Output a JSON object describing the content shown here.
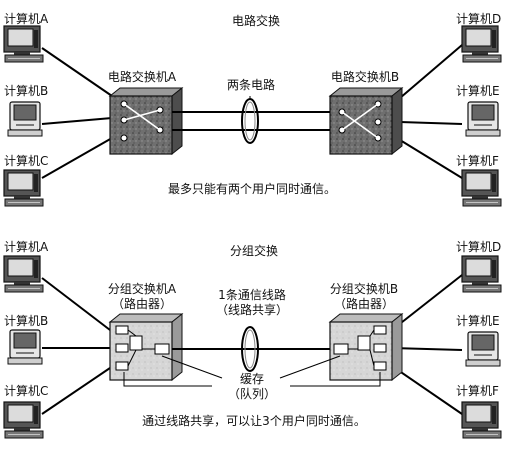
{
  "top": {
    "title": "电路交换",
    "switch_a": "电路交换机A",
    "switch_b": "电路交换机B",
    "circuits_label": "两条电路",
    "caption": "最多只能有两个用户同时通信。"
  },
  "bottom": {
    "title": "分组交换",
    "switch_a_line1": "分组交换机A",
    "switch_a_line2": "（路由器）",
    "switch_b_line1": "分组交换机B",
    "switch_b_line2": "（路由器）",
    "line_label_1": "1条通信线路",
    "line_label_2": "（线路共享）",
    "buffer_label_1": "缓存",
    "buffer_label_2": "（队列）",
    "caption": "通过线路共享，可以让3个用户同时通信。"
  },
  "computers": {
    "a": "计算机A",
    "b": "计算机B",
    "c": "计算机C",
    "d": "计算机D",
    "e": "计算机E",
    "f": "计算机F"
  }
}
